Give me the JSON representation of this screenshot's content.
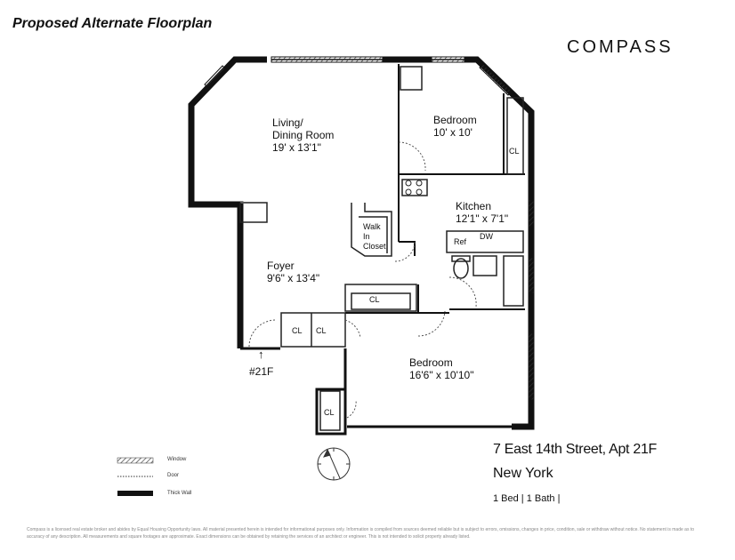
{
  "header": {
    "title": "Proposed Alternate Floorplan",
    "brand": "COMPASS"
  },
  "rooms": {
    "living": {
      "name_line1": "Living/",
      "name_line2": "Dining Room",
      "size": "19' x 13'1\""
    },
    "bedroom_small": {
      "name": "Bedroom",
      "size": "10' x 10'"
    },
    "kitchen": {
      "name": "Kitchen",
      "size": "12'1\" x 7'1\""
    },
    "foyer": {
      "name": "Foyer",
      "size": "9'6\" x 13'4\""
    },
    "bedroom_large": {
      "name": "Bedroom",
      "size": "16'6\" x 10'10\""
    },
    "walk_in_closet": {
      "line1": "Walk",
      "line2": "In",
      "line3": "Closet"
    }
  },
  "labels": {
    "closet": "CL",
    "ref": "Ref",
    "dw": "DW",
    "entry": "#21F",
    "entry_arrow": "↑"
  },
  "legend": {
    "window": "Window",
    "door": "Door",
    "thick_wall": "Thick Wall"
  },
  "listing": {
    "address": "7 East 14th Street, Apt 21F",
    "city": "New York",
    "specs": "1 Bed | 1 Bath |"
  },
  "disclaimer": "Compass is a licensed real estate broker and abides by Equal Housing Opportunity laws. All material presented herein is intended for informational purposes only. Information is compiled from sources deemed reliable but is subject to errors, omissions, changes in price, condition, sale or withdraw without notice. No statement is made as to accuracy of any description. All measurements and square footages are approximate. Exact dimensions can be obtained by retaining the services of an architect or engineer. This is not intended to solicit property already listed."
}
